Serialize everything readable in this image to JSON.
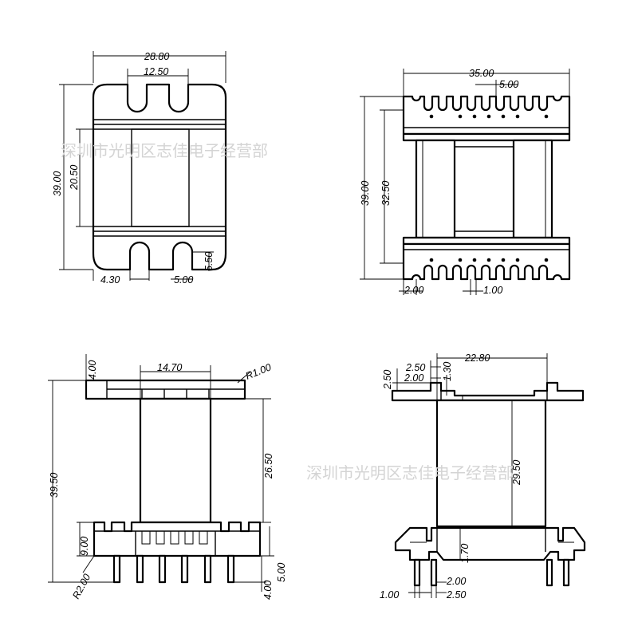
{
  "watermark": "深圳市光明区志佳电子经营部",
  "views": {
    "top_left": {
      "dims": {
        "width_overall": "28.80",
        "slot_span": "12.50",
        "height_overall": "39.00",
        "window_height": "20.50",
        "edge_offset": "4.30",
        "slot_pitch": "5.00",
        "slot_depth": "5.50"
      }
    },
    "top_right": {
      "dims": {
        "width_overall": "35.00",
        "pin_pitch": "5.00",
        "height_overall": "39.00",
        "inner_height": "32.50",
        "edge_offset": "2.00",
        "pin_width": "1.00"
      }
    },
    "bottom_left": {
      "dims": {
        "flange_thickness": "4.00",
        "core_width": "14.70",
        "corner_radius": "R1.00",
        "height_overall": "39.50",
        "winding_height": "26.50",
        "base_height": "9.00",
        "pin_height": "5.00",
        "pin_length": "4.00",
        "base_radius": "R2.00"
      }
    },
    "bottom_right": {
      "dims": {
        "step_height": "2.50",
        "step_width_a": "2.50",
        "step_width_b": "2.00",
        "slot_depth": "1.30",
        "core_width": "22.80",
        "winding_height": "29.50",
        "base_step": "1.70",
        "pin_pitch_a": "2.00",
        "pin_width": "1.00",
        "pin_pitch_b": "2.50"
      }
    }
  }
}
